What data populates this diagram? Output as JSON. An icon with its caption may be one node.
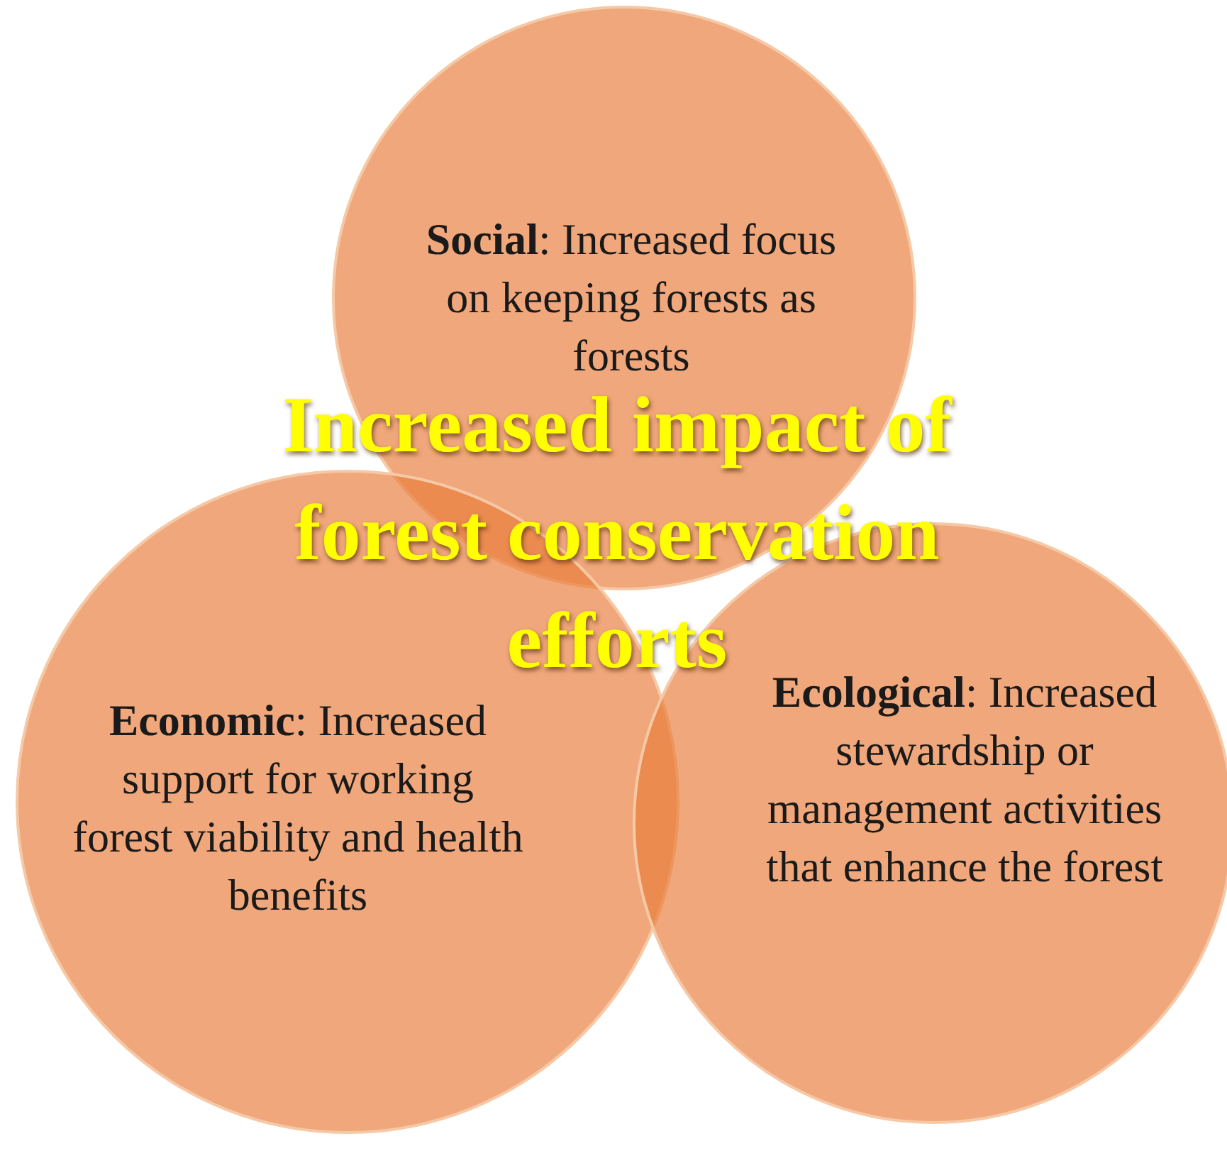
{
  "diagram": {
    "nodes": [
      {
        "text": [
          "**Social**: Increased focus on keeping forests as forests"
        ]
      },
      {
        "text": [
          "**Economic**: Increased support for working forest viability and health benefits"
        ]
      },
      {
        "text": [
          "**Ecological**: Increased stewardship or management activities that enhance the forest"
        ]
      }
    ],
    "labels": [
      "Increased impact of forest conservation efforts"
    ]
  }
}
